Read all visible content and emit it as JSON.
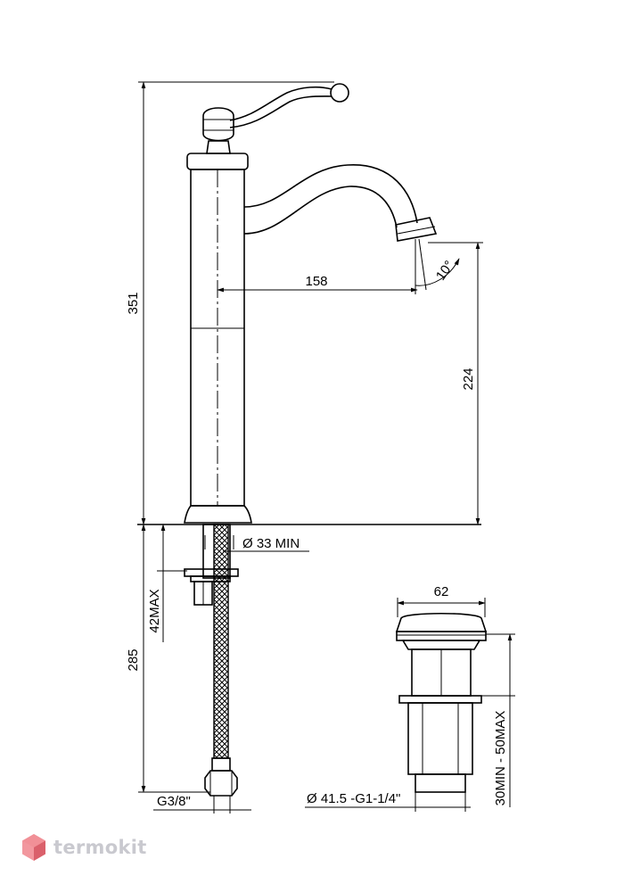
{
  "dimensions": {
    "total_height": "351",
    "spout_reach": "158",
    "spout_angle": "10°",
    "spout_height": "224",
    "hole_diameter": "Ø 33 MIN",
    "deck_thickness": "42MAX",
    "hose_length": "285",
    "hose_thread": "G3/8\"",
    "waste_width": "62",
    "waste_height": "30MIN - 50MAX",
    "waste_thread": "Ø 41.5 -G1-1/4\""
  },
  "brand": {
    "name": "termokit",
    "logo_color": "#e8424f"
  }
}
